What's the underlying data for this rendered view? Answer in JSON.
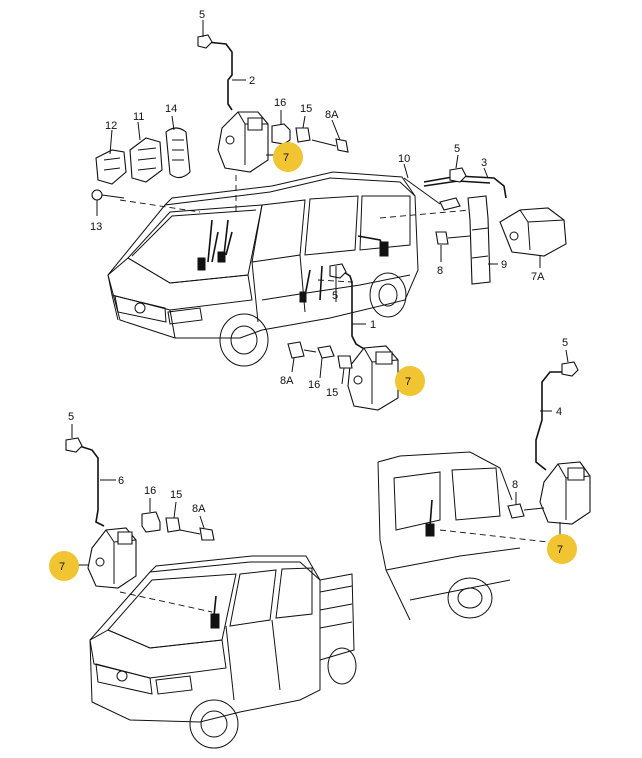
{
  "labels": {
    "p5a": "5",
    "p2": "2",
    "p16a": "16",
    "p15a": "15",
    "p8Aa": "8A",
    "p7a": "7",
    "p11": "11",
    "p14": "14",
    "p12": "12",
    "p13": "13",
    "p10": "10",
    "p5b": "5",
    "p3": "3",
    "p8a": "8",
    "p9": "9",
    "p7A": "7A",
    "p1": "1",
    "p5c": "5",
    "p8Ab": "8A",
    "p16b": "16",
    "p15b": "15",
    "p7b": "7",
    "p5d": "5",
    "p4": "4",
    "p8b": "8",
    "p7c": "7",
    "p5e": "5",
    "p6": "6",
    "p16c": "16",
    "p15c": "15",
    "p8Ac": "8A",
    "p7d": "7"
  },
  "colors": {
    "badge": "#f0c531",
    "line": "#111111",
    "background": "#ffffff"
  }
}
